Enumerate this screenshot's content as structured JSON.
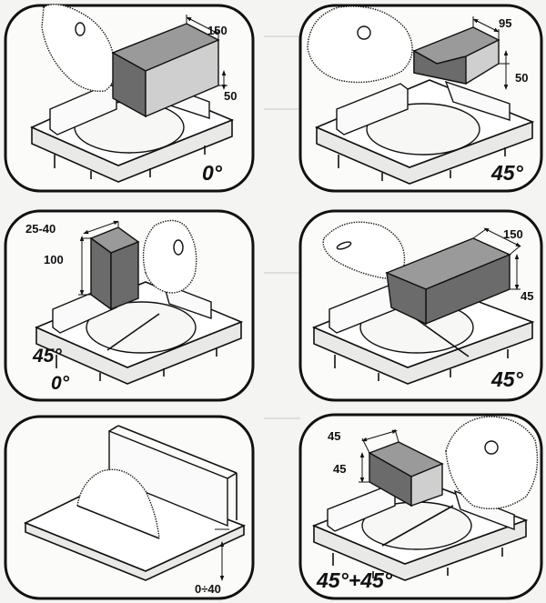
{
  "panels": [
    {
      "id": "crosscut-0",
      "dimensions": [
        "150",
        "50"
      ],
      "angle": "0°"
    },
    {
      "id": "miter-45",
      "dimensions": [
        "95",
        "50"
      ],
      "angle": "45°"
    },
    {
      "id": "bevel-45-stack",
      "dimensions": [
        "25-40",
        "100"
      ],
      "angles": [
        "45°",
        "0°"
      ]
    },
    {
      "id": "bevel-45",
      "dimensions": [
        "150",
        "45"
      ],
      "angle": "45°"
    },
    {
      "id": "table-saw",
      "dimensions": [
        "0÷40"
      ]
    },
    {
      "id": "compound",
      "dimensions": [
        "45",
        "45"
      ],
      "angle": "45°+45°"
    }
  ]
}
